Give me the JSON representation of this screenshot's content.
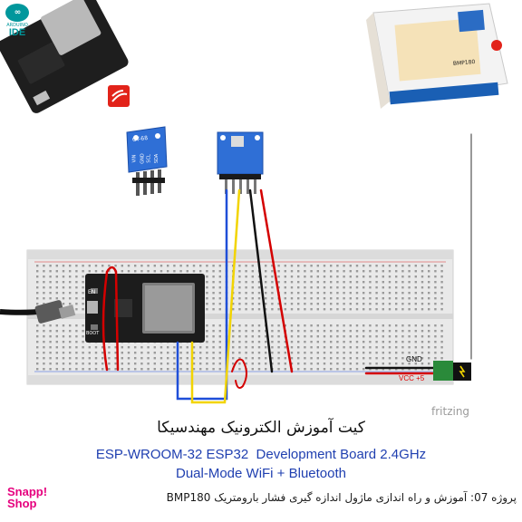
{
  "branding": {
    "arduino_logo": "∞",
    "arduino_word": "ARDUINO",
    "arduino_ide": "IDE",
    "snapp_line1": "Snapp!",
    "snapp_line2": "Shop",
    "fritzing": "fritzing"
  },
  "diagram": {
    "gnd_label": "GND",
    "vcc_label": "VCC +5",
    "gy68_label": "GY-68",
    "gy68_pins": [
      "VIN",
      "GND",
      "SCL",
      "SDA"
    ],
    "esp_en": "EN",
    "esp_boot": "BOOT",
    "product_box_text": "BMP180"
  },
  "text": {
    "title_fa": "کیت آموزش الکترونیک مهندسیکا",
    "title_en_line1": "ESP-WROOM-32 ESP32  Development Board 2.4GHz",
    "title_en_line2": "Dual-Mode WiFi + Bluetooth",
    "project_line": "پروژه 07: آموزش و راه اندازی ماژول اندازه گیری فشار بارومتریک BMP180"
  },
  "colors": {
    "title_en": "#1f3fb0",
    "snapp": "#e6007e",
    "vcc": "#e00000",
    "wire_red": "#d40000",
    "wire_black": "#111111",
    "wire_blue": "#1f4fd8",
    "wire_yellow": "#f2d400",
    "module_blue": "#2f6fd6"
  }
}
